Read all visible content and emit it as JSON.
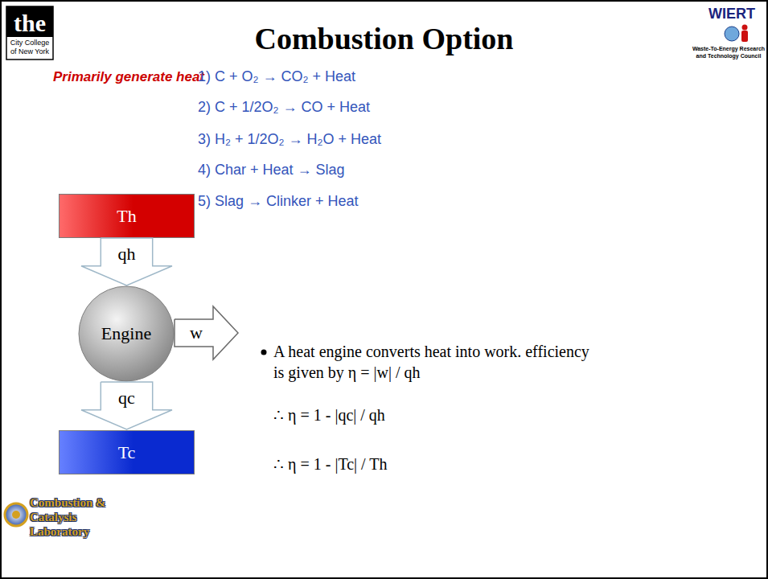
{
  "diagram": {
    "title": "Combustion Option",
    "nodes": [
      {
        "text": [
          "Th"
        ]
      },
      {
        "text": [
          "qh"
        ]
      },
      {
        "text": [
          "Engine"
        ]
      },
      {
        "text": [
          "w"
        ]
      },
      {
        "text": [
          "qc"
        ]
      },
      {
        "text": [
          "Tc"
        ]
      }
    ],
    "labels": [
      "the",
      "City College",
      "of New York",
      "WIERT",
      "Waste-To-Energy Research",
      "and Technology Council",
      "Primarily generate heat",
      "1) C + O₂ → CO₂ + Heat",
      "2) C + 1/2O₂ → CO + Heat",
      "3) H₂ + 1/2O₂ → H₂O + Heat",
      "4) Char + Heat → Slag",
      "5) Slag → Clinker + Heat",
      "A heat engine converts heat into work. efficiency is given by η = |w| / qh",
      "∴ η = 1 - |qc| / qh",
      "∴ η = 1 - |Tc| / Th",
      "Combustion &",
      "Catalysis",
      "Laboratory"
    ]
  }
}
